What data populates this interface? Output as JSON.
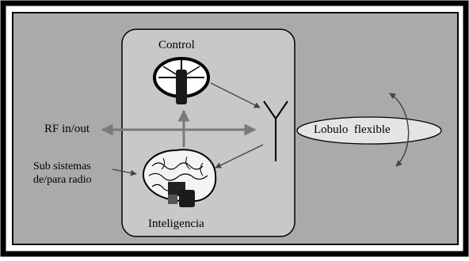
{
  "labels": {
    "control": "Control",
    "rf": "RF in/out",
    "subsystems_line1": "Sub sistemas",
    "subsystems_line2": "de/para radio",
    "intelligence": "Inteligencia",
    "lobe": "Lobulo  flexible"
  },
  "colors": {
    "background": "#aaaaaa",
    "panel": "#c8c8c8",
    "lobe_fill": "#e4e4e4",
    "arrow": "#7a7a7a",
    "frame": "#000000"
  }
}
